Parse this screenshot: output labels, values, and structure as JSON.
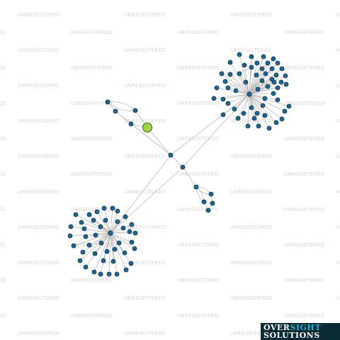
{
  "watermark": {
    "text": "UNREGISTERED",
    "color": "#d4d4d4"
  },
  "graph": {
    "edge_color": "#b9b9b9",
    "node_color": "#1d6792",
    "node_stroke": "#0b2f45",
    "highlight_color": "#9ed44a",
    "highlight_stroke": "#3d5f19"
  },
  "logo": {
    "line1": {
      "main": "OVER",
      "accent": "SIGHT"
    },
    "line2": {
      "main": "SOLUTIONS"
    },
    "accent_color": "#29b1d7"
  }
}
